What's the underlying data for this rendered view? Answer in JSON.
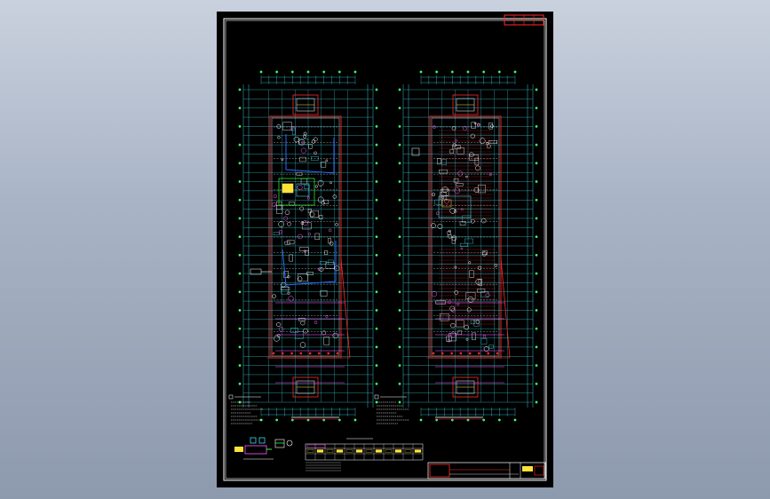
{
  "viewport": {
    "background": "#9aa5b8",
    "sheet_background": "#000000"
  },
  "colors": {
    "axis_line": "#3fd7e6",
    "wall": "#ff2a2a",
    "structure": "#ffffff",
    "beam": "#ff5cff",
    "pipe": "#2b6bff",
    "accent_green": "#2bff2b",
    "accent_yellow": "#ffe23a",
    "grid_bubble": "#3aff6a",
    "frame": "#ffffff"
  },
  "plans": [
    {
      "name": "left-floor-plan"
    },
    {
      "name": "right-floor-plan"
    }
  ],
  "icons": {
    "title_stamp": "red-stamp-box",
    "north_mark": "grid-bubble-icon"
  }
}
